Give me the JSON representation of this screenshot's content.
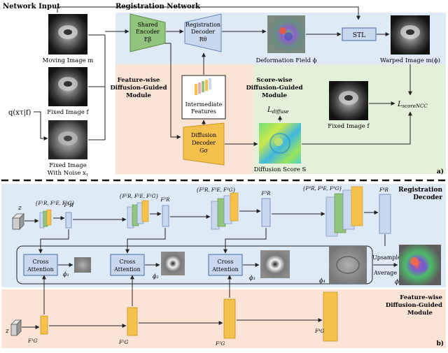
{
  "section_a": {
    "network_input": "Network Input",
    "registration_network": "Registration Network",
    "panel_label": "a)",
    "moving_image": "Moving Image m",
    "fixed_image": "Fixed Image f",
    "fixed_noise_line1": "Fixed Image",
    "fixed_noise_line2": "With Noise x",
    "fixed_noise_sub": "τ",
    "q_formula": "q(xτ|f)",
    "shared_encoder_line1": "Shared",
    "shared_encoder_line2": "Encoder",
    "shared_encoder_line3": "Eβ",
    "reg_decoder_line1": "Registration",
    "reg_decoder_line2": "Decoder",
    "reg_decoder_line3": "Rθ",
    "deformation_field": "Deformation Field ϕ",
    "stl": "STL",
    "warped_image": "Warped Image m(ϕ)",
    "feature_module_line1": "Feature-wise",
    "feature_module_line2": "Diffusion-Guided",
    "feature_module_line3": "Module",
    "intermediate_line1": "Intermediate",
    "intermediate_line2": "Features",
    "score_module_line1": "Score-wise",
    "score_module_line2": "Diffusion-Guided",
    "score_module_line3": "Module",
    "l_diffuse": "L",
    "l_diffuse_sub": "diffuse",
    "diff_decoder_line1": "Diffusion",
    "diff_decoder_line2": "Decoder",
    "diff_decoder_line3": "Gσ",
    "diffusion_score": "Diffusion Score S",
    "fixed_image_2": "Fixed Image f",
    "l_score": "L",
    "l_score_sub": "scoreNCC"
  },
  "section_b": {
    "panel_label": "b)",
    "registration_decoder_line1": "Registration",
    "registration_decoder_line2": "Decoder",
    "z_top": "z",
    "z_bottom": "z",
    "set1": "{F¹R, F¹E, F¹G}",
    "set2": "{F²R, F²E, F²G}",
    "set3": "{F³R, F³E, F³G}",
    "set4": "{F⁴R, F⁴E, F⁴G}",
    "fr1": "F¹R",
    "fr2": "F²R",
    "fr3": "F³R",
    "fr4": "F⁴R",
    "cross_attention_line1": "Cross",
    "cross_attention_line2": "Attention",
    "phi1": "ϕ₁",
    "phi2": "ϕ₂",
    "phi3": "ϕ₃",
    "phi4": "ϕ₄",
    "upsample": "Upsample",
    "average": "Average",
    "phi": "ϕ",
    "feature_module_line1": "Feature-wise",
    "feature_module_line2": "Diffusion-Guided",
    "feature_module_line3": "Module",
    "fg1": "F¹G",
    "fg2": "F²G",
    "fg3": "F³G",
    "fg4": "F⁴G"
  },
  "colors": {
    "encoder_green": "#93c47d",
    "registration_blue": "#c9d7ef",
    "diffusion_orange": "#f6c04d",
    "blue_region": "#deeaf6",
    "pink_region": "#fbe3d6",
    "green_region": "#e4f1da"
  }
}
